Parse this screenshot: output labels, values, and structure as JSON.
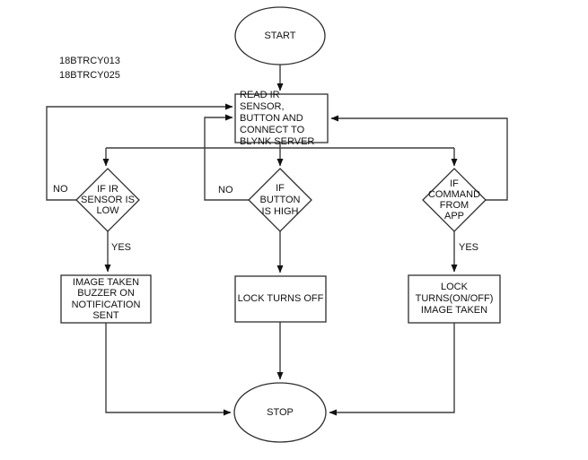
{
  "canvas": {
    "background": "#ffffff",
    "connector_color": "#3f3f3f",
    "shape_border_color": "#2e2e2e",
    "text_color": "#111111"
  },
  "annotations": {
    "student_ids": "18BTRCY013\n18BTRCY025"
  },
  "nodes": {
    "start": {
      "type": "terminator",
      "label": "START"
    },
    "read_sensor": {
      "type": "process",
      "label": "READ IR SENSOR,\nBUTTON AND\nCONNECT TO\nBLYNK SERVER"
    },
    "if_ir_low": {
      "type": "decision",
      "label": "IF IR\nSENSOR IS\nLOW"
    },
    "if_button_high": {
      "type": "decision",
      "label": "IF\nBUTTON\nIS HIGH"
    },
    "if_command_app": {
      "type": "decision",
      "label": "IF\nCOMMAND\nFROM\nAPP"
    },
    "image_taken": {
      "type": "process",
      "label": "IMAGE TAKEN\nBUZZER ON\nNOTIFICATION\nSENT"
    },
    "lock_turns_off": {
      "type": "process",
      "label": "LOCK TURNS OFF"
    },
    "lock_on_off": {
      "type": "process",
      "label": "LOCK\nTURNS(ON/OFF)\nIMAGE TAKEN"
    },
    "stop": {
      "type": "terminator",
      "label": "STOP"
    }
  },
  "edge_labels": {
    "ir_no": "NO",
    "ir_yes": "YES",
    "button_no": "NO",
    "command_yes": "YES"
  }
}
